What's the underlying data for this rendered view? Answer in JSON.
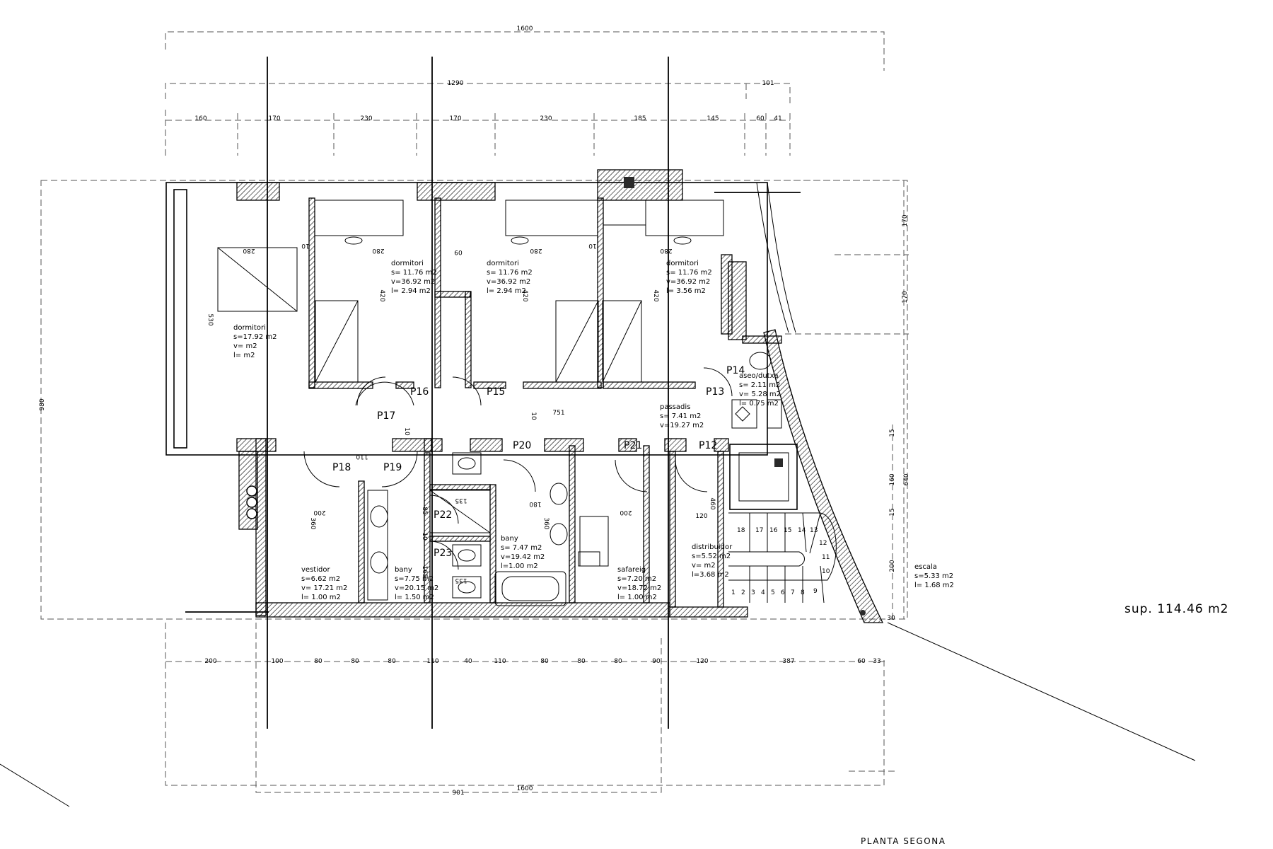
{
  "title": "PLANTA SEGONA",
  "surface": "sup. 114.46 m2",
  "dimensions_top": {
    "overall": "1600",
    "row2_left": "1290",
    "row2_right": "101",
    "row3": [
      "160",
      "170",
      "230",
      "170",
      "230",
      "185",
      "145",
      "60",
      "41"
    ]
  },
  "dimensions_bottom": {
    "row1": [
      "200",
      "100",
      "80",
      "80",
      "80",
      "110",
      "40",
      "110",
      "80",
      "80",
      "80",
      "90",
      "120",
      "387",
      "60",
      "33"
    ],
    "overall": "1600",
    "partial": "901"
  },
  "dimensions_side": {
    "left": "980",
    "right_upper": [
      "170",
      "170"
    ],
    "right_lower": [
      "15",
      "160",
      "15",
      "200",
      "640"
    ]
  },
  "interior_dims": [
    "280",
    "280",
    "280",
    "280",
    "420",
    "420",
    "420",
    "530",
    "10",
    "10",
    "09",
    "110",
    "751",
    "10",
    "10",
    "200",
    "360",
    "180",
    "360",
    "200",
    "120",
    "460",
    "135",
    "135",
    "85",
    "10",
    "165",
    "30"
  ],
  "rooms": [
    {
      "name": "dormitori",
      "lines": [
        "s=17.92 m2",
        "v=  m2",
        "l=  m2"
      ]
    },
    {
      "name": "dormitori",
      "lines": [
        "s= 11.76 m2",
        "v=36.92 m2",
        "l= 2.94 m2"
      ]
    },
    {
      "name": "dormitori",
      "lines": [
        "s= 11.76 m2",
        "v=36.92 m2",
        "l= 2.94 m2"
      ]
    },
    {
      "name": "dormitori",
      "lines": [
        "s= 11.76 m2",
        "v=36.92 m2",
        "l= 3.56 m2"
      ]
    },
    {
      "name": "passadis",
      "lines": [
        "s= 7.41 m2",
        "v=19.27 m2"
      ]
    },
    {
      "name": "aseo/dutxa",
      "lines": [
        "s= 2.11 m2",
        "v= 5.28 m2",
        "l= 0.75 m2"
      ]
    },
    {
      "name": "vestidor",
      "lines": [
        "s=6.62 m2",
        "v= 17.21 m2",
        "l= 1.00 m2"
      ]
    },
    {
      "name": "bany",
      "lines": [
        "s=7.75 m2",
        "v=20.15 m2",
        "l= 1.50 m2"
      ]
    },
    {
      "name": "bany",
      "lines": [
        "s= 7.47 m2",
        "v=19.42 m2",
        "l=1.00 m2"
      ]
    },
    {
      "name": "safareig",
      "lines": [
        "s=7.20 m2",
        "v=18.72 m2",
        "l= 1.00 m2"
      ]
    },
    {
      "name": "distribuidor",
      "lines": [
        "s=5.52 m2",
        "v=  m2",
        "l=3.68 m2"
      ]
    },
    {
      "name": "escala",
      "lines": [
        "s=5.33 m2",
        "l= 1.68 m2"
      ]
    }
  ],
  "doors": [
    "P12",
    "P13",
    "P14",
    "P15",
    "P16",
    "P17",
    "P18",
    "P19",
    "P20",
    "P21",
    "P22",
    "P23"
  ],
  "stair_numbers": [
    "1",
    "2",
    "3",
    "4",
    "5",
    "6",
    "7",
    "8",
    "9",
    "10",
    "11",
    "12",
    "13",
    "14",
    "15",
    "16",
    "17",
    "18"
  ]
}
